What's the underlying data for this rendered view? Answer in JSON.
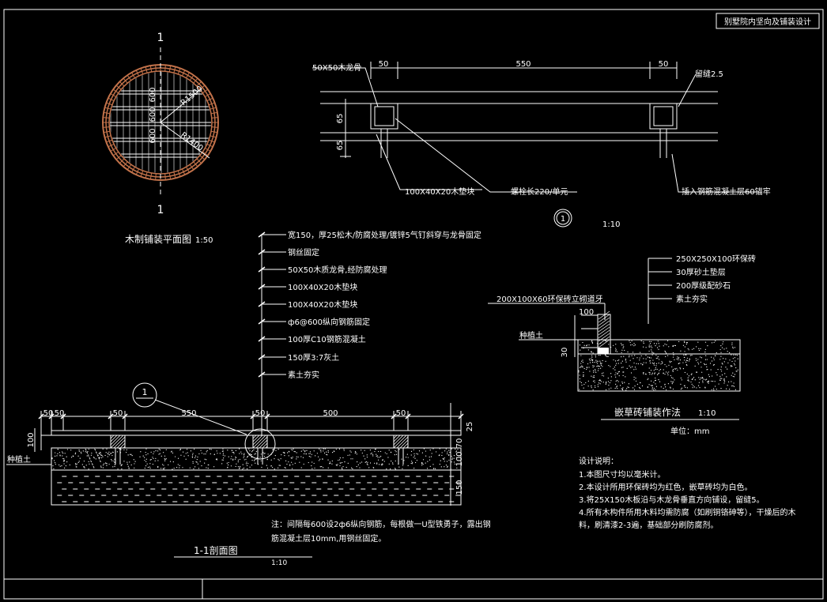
{
  "title_block": {
    "title": "别墅院内坚向及铺装设计"
  },
  "plan": {
    "section_mark_top": "1",
    "section_mark_bottom": "1",
    "dims": [
      "600",
      "600",
      "600"
    ],
    "radius_inner": "R1500",
    "radius_outer": "R1400",
    "title": "木制铺装平面图",
    "scale": "1:50"
  },
  "detail1": {
    "dims_top": [
      "50",
      "550",
      "50"
    ],
    "dims_left": [
      "65",
      "65"
    ],
    "label_keel": "50X50木龙骨",
    "label_gap": "留缝2.5",
    "label_pad": "100X40X20木垫块",
    "label_bolt": "螺栓长220/单元",
    "label_anchor": "插入钢筋混凝土层60锚牢",
    "marker": "1",
    "scale": "1:10"
  },
  "section": {
    "layers": [
      "宽150，厚25松木/防腐处理/镀锌5气钉斜穿与龙骨固定",
      "钢丝固定",
      "50X50木质龙骨,经防腐处理",
      "100X40X20木垫块",
      "100X40X20木垫块",
      "ф6@600纵向钢筋固定",
      "100厚C10钢筋混凝土",
      "150厚3:7灰土",
      "素土夯实"
    ],
    "dims_bottom": [
      "50",
      "50",
      "50",
      "550",
      "50",
      "500",
      "50"
    ],
    "dims_right": [
      "25",
      "70",
      "100",
      "150"
    ],
    "dim_left": "100",
    "soil_label": "种植土",
    "callout": "1",
    "note_lines": [
      "注：间隔每600设2ф6纵向钢筋，每根做一U型铁勇子，露出钢",
      "筋混凝土层10mm,用钢丝固定。"
    ],
    "title": "1-1剖面图",
    "scale": "1:10"
  },
  "grass": {
    "layers": [
      "250X250X100环保砖",
      "30厚砂土垫层",
      "200厚级配砂石",
      "素土夯实"
    ],
    "label_curb": "200X100X60环保砖立砌道牙",
    "soil_label": "种植土",
    "dims_left": [
      "100",
      "30"
    ],
    "title": "嵌草砖铺装作法",
    "scale": "1:10",
    "unit": "单位：mm"
  },
  "notes": {
    "heading": "设计说明：",
    "lines": [
      "1.本图尺寸均以毫米计。",
      "2.本设计所用环保砖均为红色，嵌草砖均为白色。",
      "3.将25X150木板沿与木龙骨垂直方向铺设，留缝5。",
      "4.所有木构件所用木料均需防腐（如刷铜铬砷等），干燥后的木",
      "料，刷清漆2-3遍，基础部分刷防腐剂。"
    ]
  },
  "colors": {
    "background": "#000000",
    "line": "#ffffff",
    "wood": "#c2724a",
    "grid": "#9a9a9a"
  }
}
